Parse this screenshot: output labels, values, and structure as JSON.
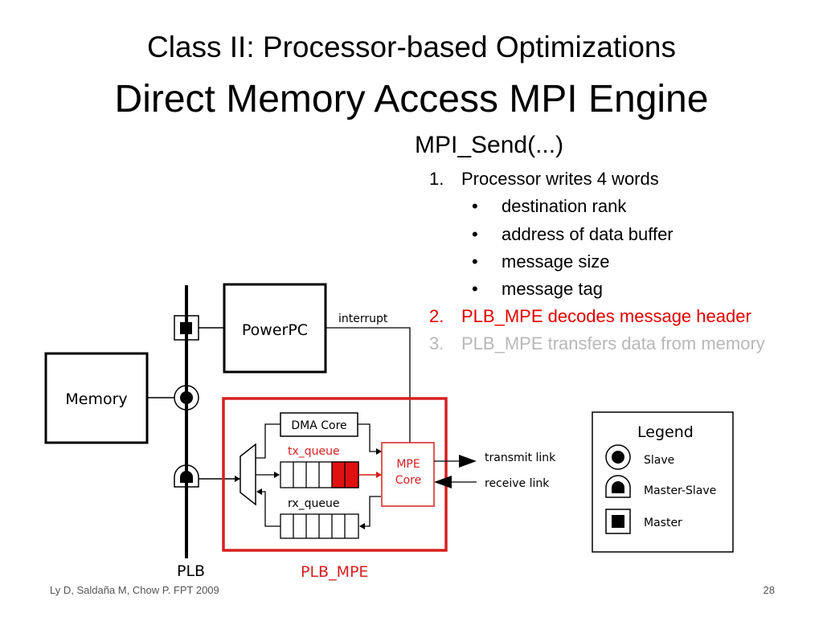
{
  "slide": {
    "title_line1": "Class II: Processor-based Optimizations",
    "title_line2": "Direct Memory Access MPI Engine",
    "subtitle": "MPI_Send(...)",
    "steps": [
      {
        "num": "1.",
        "text": "Processor writes 4 words",
        "color": "#000000"
      },
      {
        "num": "2.",
        "text": "PLB_MPE decodes message header",
        "color": "#e00000"
      },
      {
        "num": "3.",
        "text": "PLB_MPE transfers data from memory",
        "color": "#b8b8b8"
      }
    ],
    "bullet_char": "•",
    "sub_bullets": [
      "destination rank",
      "address of data buffer",
      "message size",
      "message tag"
    ]
  },
  "diagram": {
    "powerpc": "PowerPC",
    "memory": "Memory",
    "interrupt": "interrupt",
    "dma_core": "DMA Core",
    "tx_queue": "tx_queue",
    "rx_queue": "rx_queue",
    "mpe_core_line1": "MPE",
    "mpe_core_line2": "Core",
    "transmit_link": "transmit link",
    "receive_link": "receive link",
    "plb": "PLB",
    "plb_mpe": "PLB_MPE",
    "legend_title": "Legend",
    "legend_slave": "Slave",
    "legend_master_slave": "Master-Slave",
    "legend_master": "Master",
    "accent_color": "#d62020"
  },
  "footer": {
    "citation": "Ly D, Saldaña M, Chow P. FPT 2009",
    "page_number": "28"
  }
}
